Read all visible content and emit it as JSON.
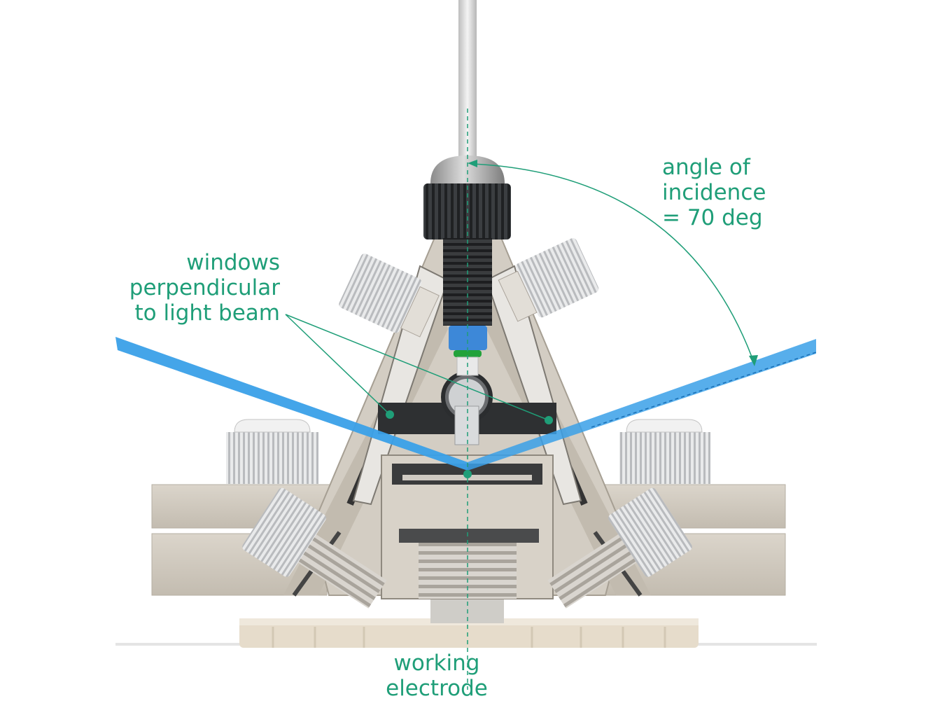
{
  "labels": {
    "angle": [
      "angle of",
      "incidence",
      "= 70 deg"
    ],
    "windows": [
      "windows",
      "perpendicular",
      "to light beam"
    ],
    "working_electrode": [
      "working",
      "electrode"
    ]
  },
  "colors": {
    "annotation": "#1f9e78",
    "beam": "#3aa0e8",
    "metal": "#cfc8bc",
    "knob": "#e8e9ea",
    "dark": "#2b2d2f",
    "base_ring": "#e6dccb"
  }
}
